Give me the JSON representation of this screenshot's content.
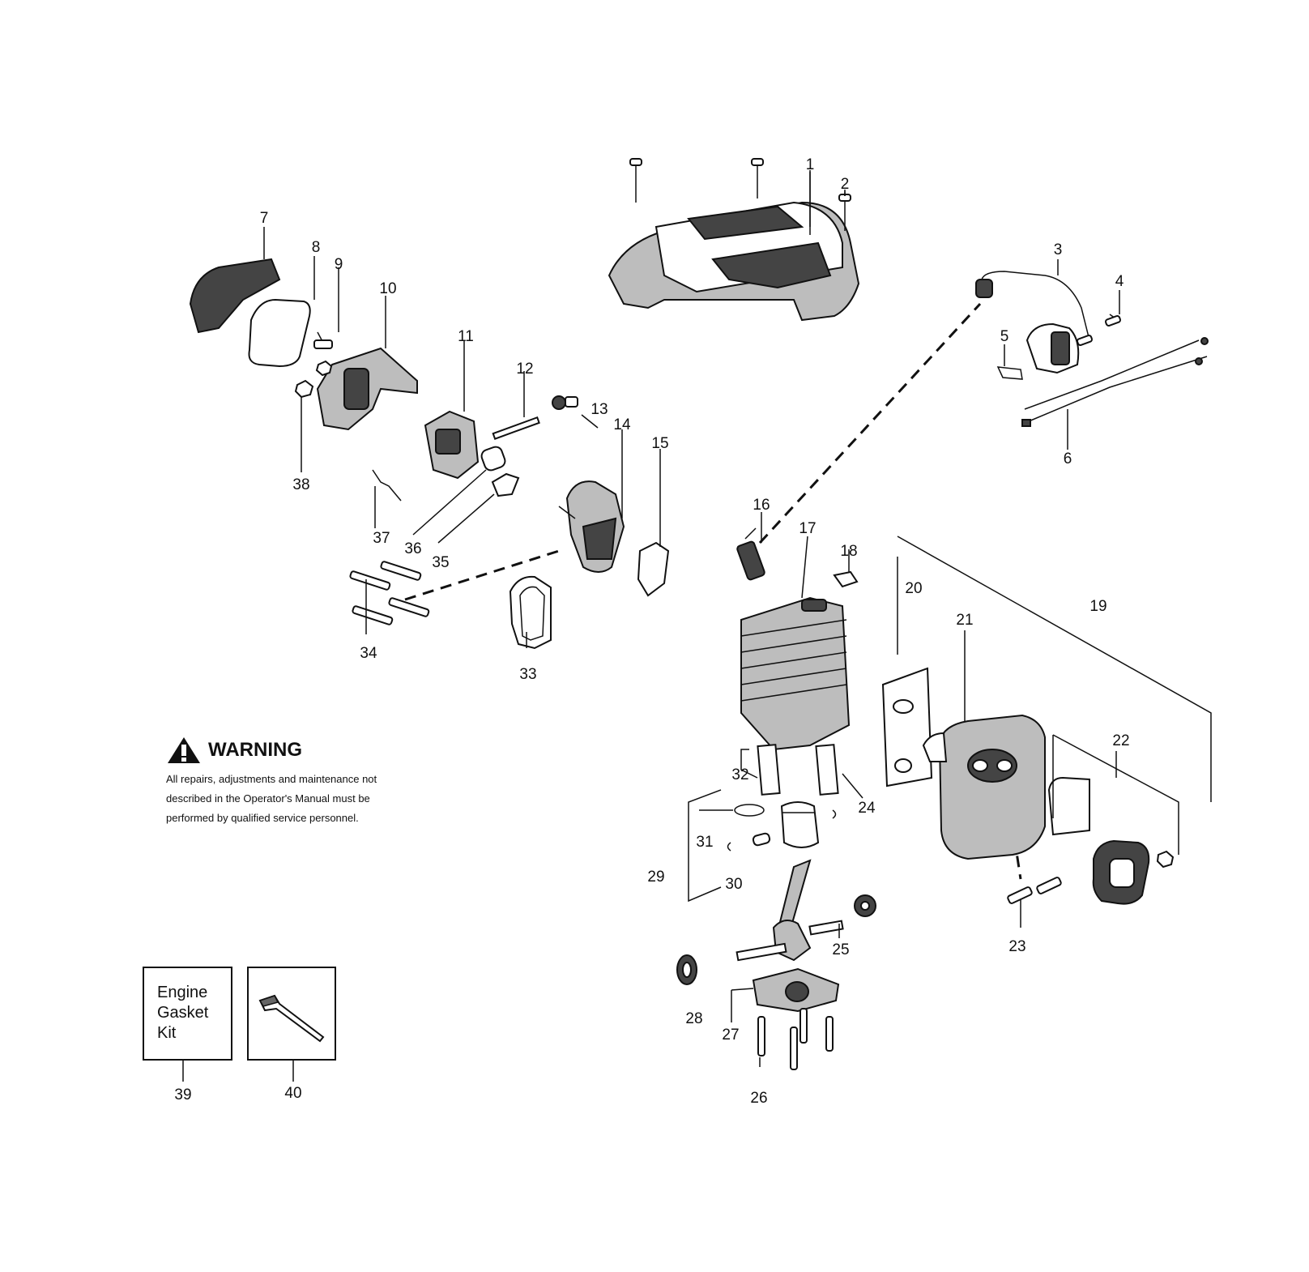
{
  "warning": {
    "title": "WARNING",
    "lines": [
      "All repairs, adjustments and maintenance not",
      "described in the Operator's Manual must be",
      "performed by qualified  service personnel."
    ]
  },
  "kit": {
    "text_lines": [
      "Engine",
      "Gasket",
      "Kit"
    ]
  },
  "part_numbers": [
    "1",
    "2",
    "3",
    "4",
    "5",
    "6",
    "7",
    "8",
    "9",
    "10",
    "11",
    "12",
    "13",
    "14",
    "15",
    "16",
    "17",
    "18",
    "19",
    "20",
    "21",
    "22",
    "23",
    "24",
    "25",
    "26",
    "27",
    "28",
    "29",
    "30",
    "31",
    "32",
    "33",
    "34",
    "35",
    "36",
    "37",
    "38",
    "39",
    "40"
  ]
}
